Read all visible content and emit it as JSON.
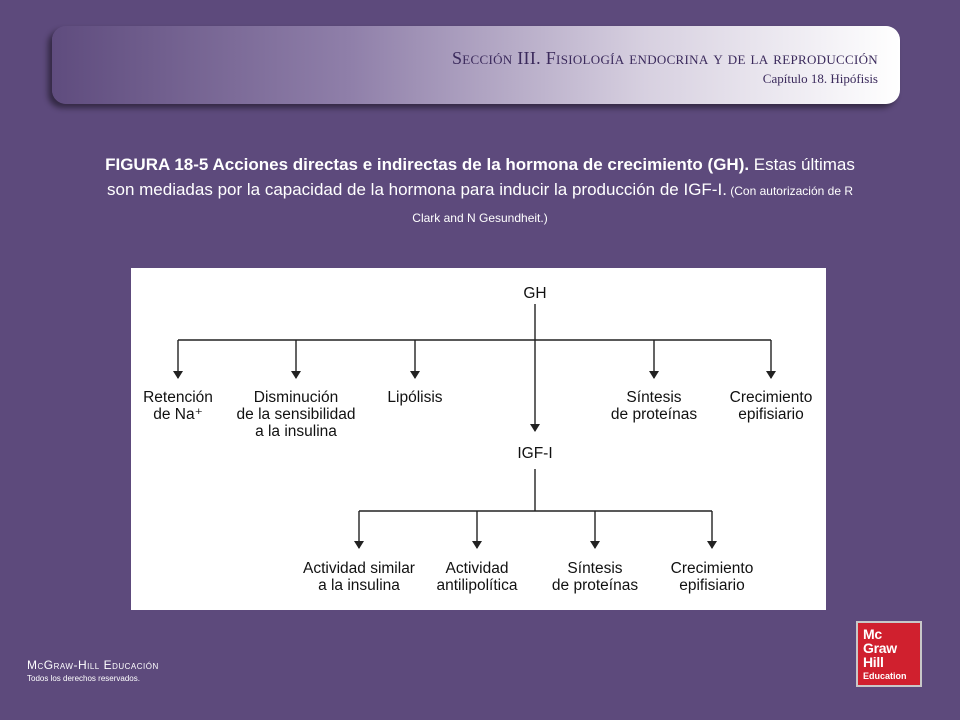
{
  "header": {
    "section": "Sección III.  Fisiología endocrina y de la reproducción",
    "chapter": "Capítulo 18.  Hipófisis"
  },
  "caption": {
    "bold": "FIGURA 18-5 Acciones directas e indirectas de la hormona de crecimiento (GH).",
    "normal": " Estas últimas son mediadas por la capacidad de la hormona para inducir la producción de IGF-I.",
    "credit": " (Con autorización de R Clark and N Gesundheit.)"
  },
  "diagram": {
    "root": "GH",
    "direct": [
      {
        "lines": [
          "Retención",
          "de Na⁺"
        ]
      },
      {
        "lines": [
          "Disminución",
          "de la sensibilidad",
          "a la insulina"
        ]
      },
      {
        "lines": [
          "Lipólisis"
        ]
      },
      {
        "lines": [
          "Síntesis",
          "de proteínas"
        ]
      },
      {
        "lines": [
          "Crecimiento",
          "epifisiario"
        ]
      }
    ],
    "mediator": "IGF-I",
    "indirect": [
      {
        "lines": [
          "Actividad similar",
          "a la insulina"
        ]
      },
      {
        "lines": [
          "Actividad",
          "antilipolítica"
        ]
      },
      {
        "lines": [
          "Síntesis",
          "de proteínas"
        ]
      },
      {
        "lines": [
          "Crecimiento",
          "epifisiario"
        ]
      }
    ]
  },
  "footer": {
    "publisher": "McGraw-Hill Educación",
    "rights": "Todos los derechos reservados."
  },
  "logo": {
    "line1": "Mc",
    "line2": "Graw",
    "line3": "Hill",
    "line4": "Education"
  }
}
